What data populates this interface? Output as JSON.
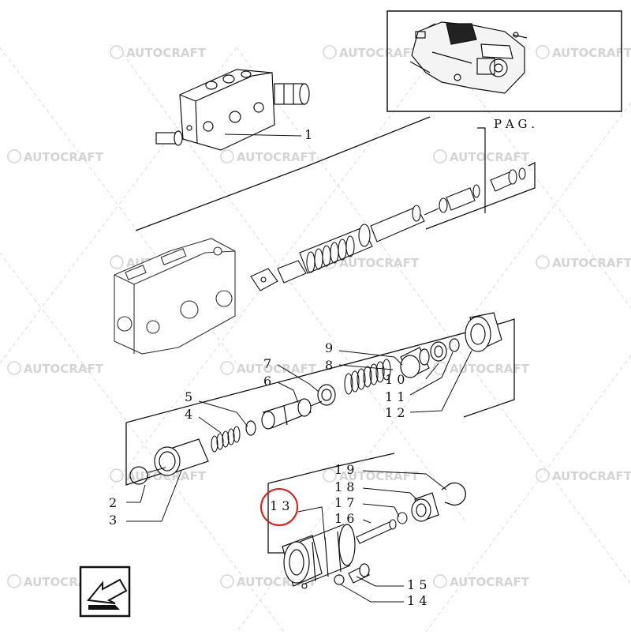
{
  "watermark": "AUTOCRAFT",
  "ref_label": "P A G .",
  "callouts": {
    "c1": "1",
    "c2": "2",
    "c3": "3",
    "c4": "4",
    "c5": "5",
    "c6": "6",
    "c7": "7",
    "c8": "8",
    "c9": "9",
    "c10": "1 0",
    "c11": "1 1",
    "c12": "1 2",
    "c13": "1 3",
    "c14": "1 4",
    "c15": "1 5",
    "c16": "1 6",
    "c17": "1 7",
    "c18": "1 8",
    "c19": "1 9"
  },
  "colors": {
    "line": "#111111",
    "highlight": "#e01818",
    "watermark": "#d4d4d4"
  },
  "icons": {
    "inset": "tractor-hitch-inset-icon",
    "nav": "arrow-down-left-icon"
  }
}
